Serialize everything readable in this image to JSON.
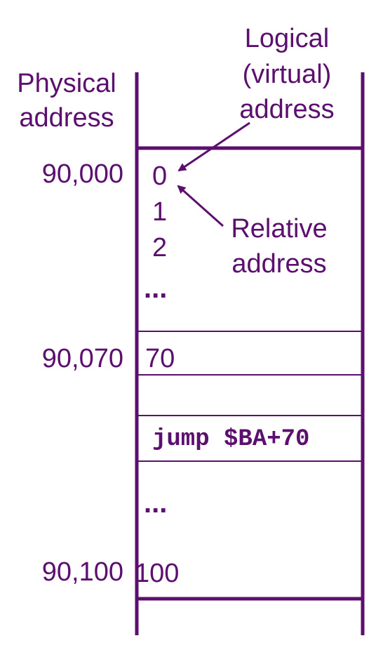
{
  "colors": {
    "ink": "#5c0f6e"
  },
  "labels": {
    "physical_line1": "Physical",
    "physical_line2": "address",
    "logical_line1": "Logical",
    "logical_line2": "(virtual)",
    "logical_line3": "address",
    "relative_line1": "Relative",
    "relative_line2": "address"
  },
  "physical_addresses": {
    "a0": "90,000",
    "a70": "90,070",
    "a100": "90,100"
  },
  "cell_entries": {
    "r0": "0",
    "r1": "1",
    "r2": "2",
    "ellipsis_top": "...",
    "r70": "70",
    "instruction": "jump $BA+70",
    "ellipsis_bottom": "...",
    "r100": "100"
  }
}
